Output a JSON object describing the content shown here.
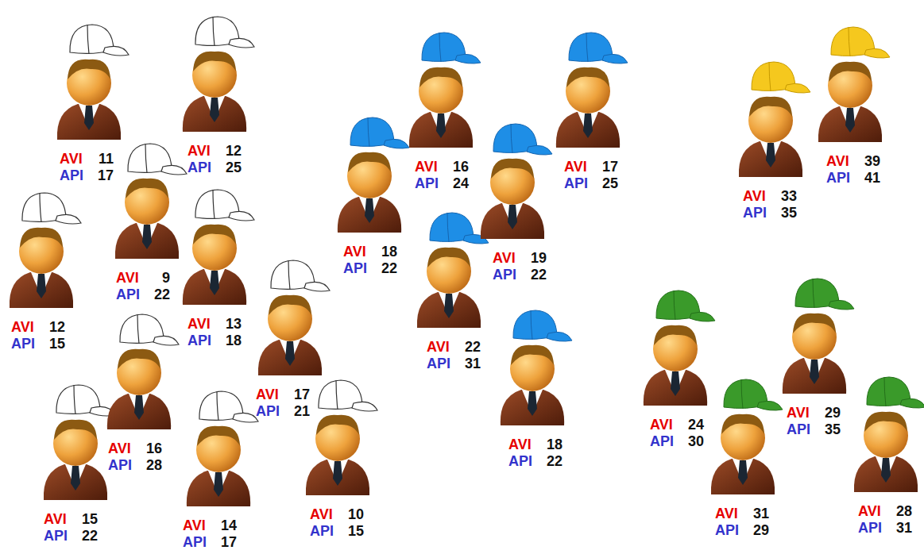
{
  "diagram": {
    "labels": [
      "AVI",
      "11",
      "API",
      "17",
      "AVI",
      "12",
      "API",
      "25",
      "AVI",
      "9",
      "API",
      "22",
      "AVI",
      "13",
      "API",
      "18",
      "AVI",
      "12",
      "API",
      "15",
      "AVI",
      "17",
      "API",
      "21",
      "AVI",
      "16",
      "API",
      "28",
      "AVI",
      "15",
      "API",
      "22",
      "AVI",
      "14",
      "API",
      "17",
      "AVI",
      "10",
      "API",
      "15",
      "AVI",
      "18",
      "API",
      "22",
      "AVI",
      "16",
      "API",
      "24",
      "AVI",
      "19",
      "API",
      "22",
      "AVI",
      "17",
      "API",
      "25",
      "AVI",
      "22",
      "API",
      "31",
      "AVI",
      "18",
      "API",
      "22",
      "AVI",
      "33",
      "API",
      "35",
      "AVI",
      "39",
      "API",
      "41",
      "AVI",
      "24",
      "API",
      "30",
      "AVI",
      "31",
      "API",
      "29",
      "AVI",
      "29",
      "API",
      "35",
      "AVI",
      "28",
      "API",
      "31"
    ]
  }
}
